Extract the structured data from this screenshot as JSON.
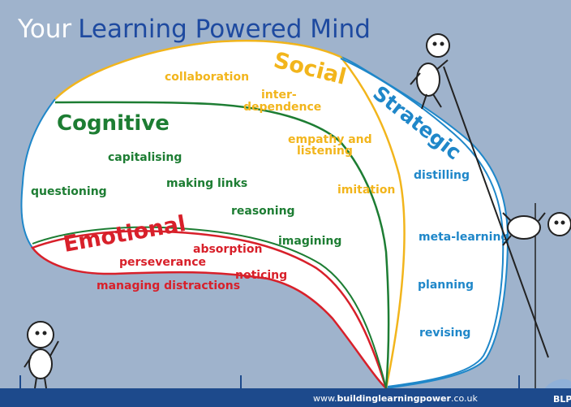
{
  "title": {
    "part1": "Your",
    "part2": "Learning Powered Mind"
  },
  "areas": {
    "cognitive": "Cognitive",
    "emotional": "Emotional",
    "social": "Social",
    "strategic": "Strategic"
  },
  "cognitive": {
    "capitalising": "capitalising",
    "questioning": "questioning",
    "making_links": "making links",
    "reasoning": "reasoning",
    "imagining": "imagining"
  },
  "emotional": {
    "absorption": "absorption",
    "perseverance": "perseverance",
    "noticing": "noticing",
    "managing_distractions": "managing distractions"
  },
  "social": {
    "collaboration": "collaboration",
    "interdependence_1": "inter-",
    "interdependence_2": "dependence",
    "empathy_1": "empathy and",
    "empathy_2": "listening",
    "imitation": "imitation"
  },
  "strategic": {
    "distilling": "distilling",
    "meta_learning": "meta-learning",
    "planning": "planning",
    "revising": "revising"
  },
  "footer": {
    "url_prefix": "www.",
    "url_bold": "buildinglearningpower",
    "url_suffix": ".co.uk",
    "logo": "BLP"
  },
  "colors": {
    "background": "#9fb3cc",
    "cognitive": "#1d7d33",
    "emotional": "#d8202a",
    "social": "#f2b51c",
    "strategic": "#1f87c9",
    "footer": "#1d4a8c"
  }
}
